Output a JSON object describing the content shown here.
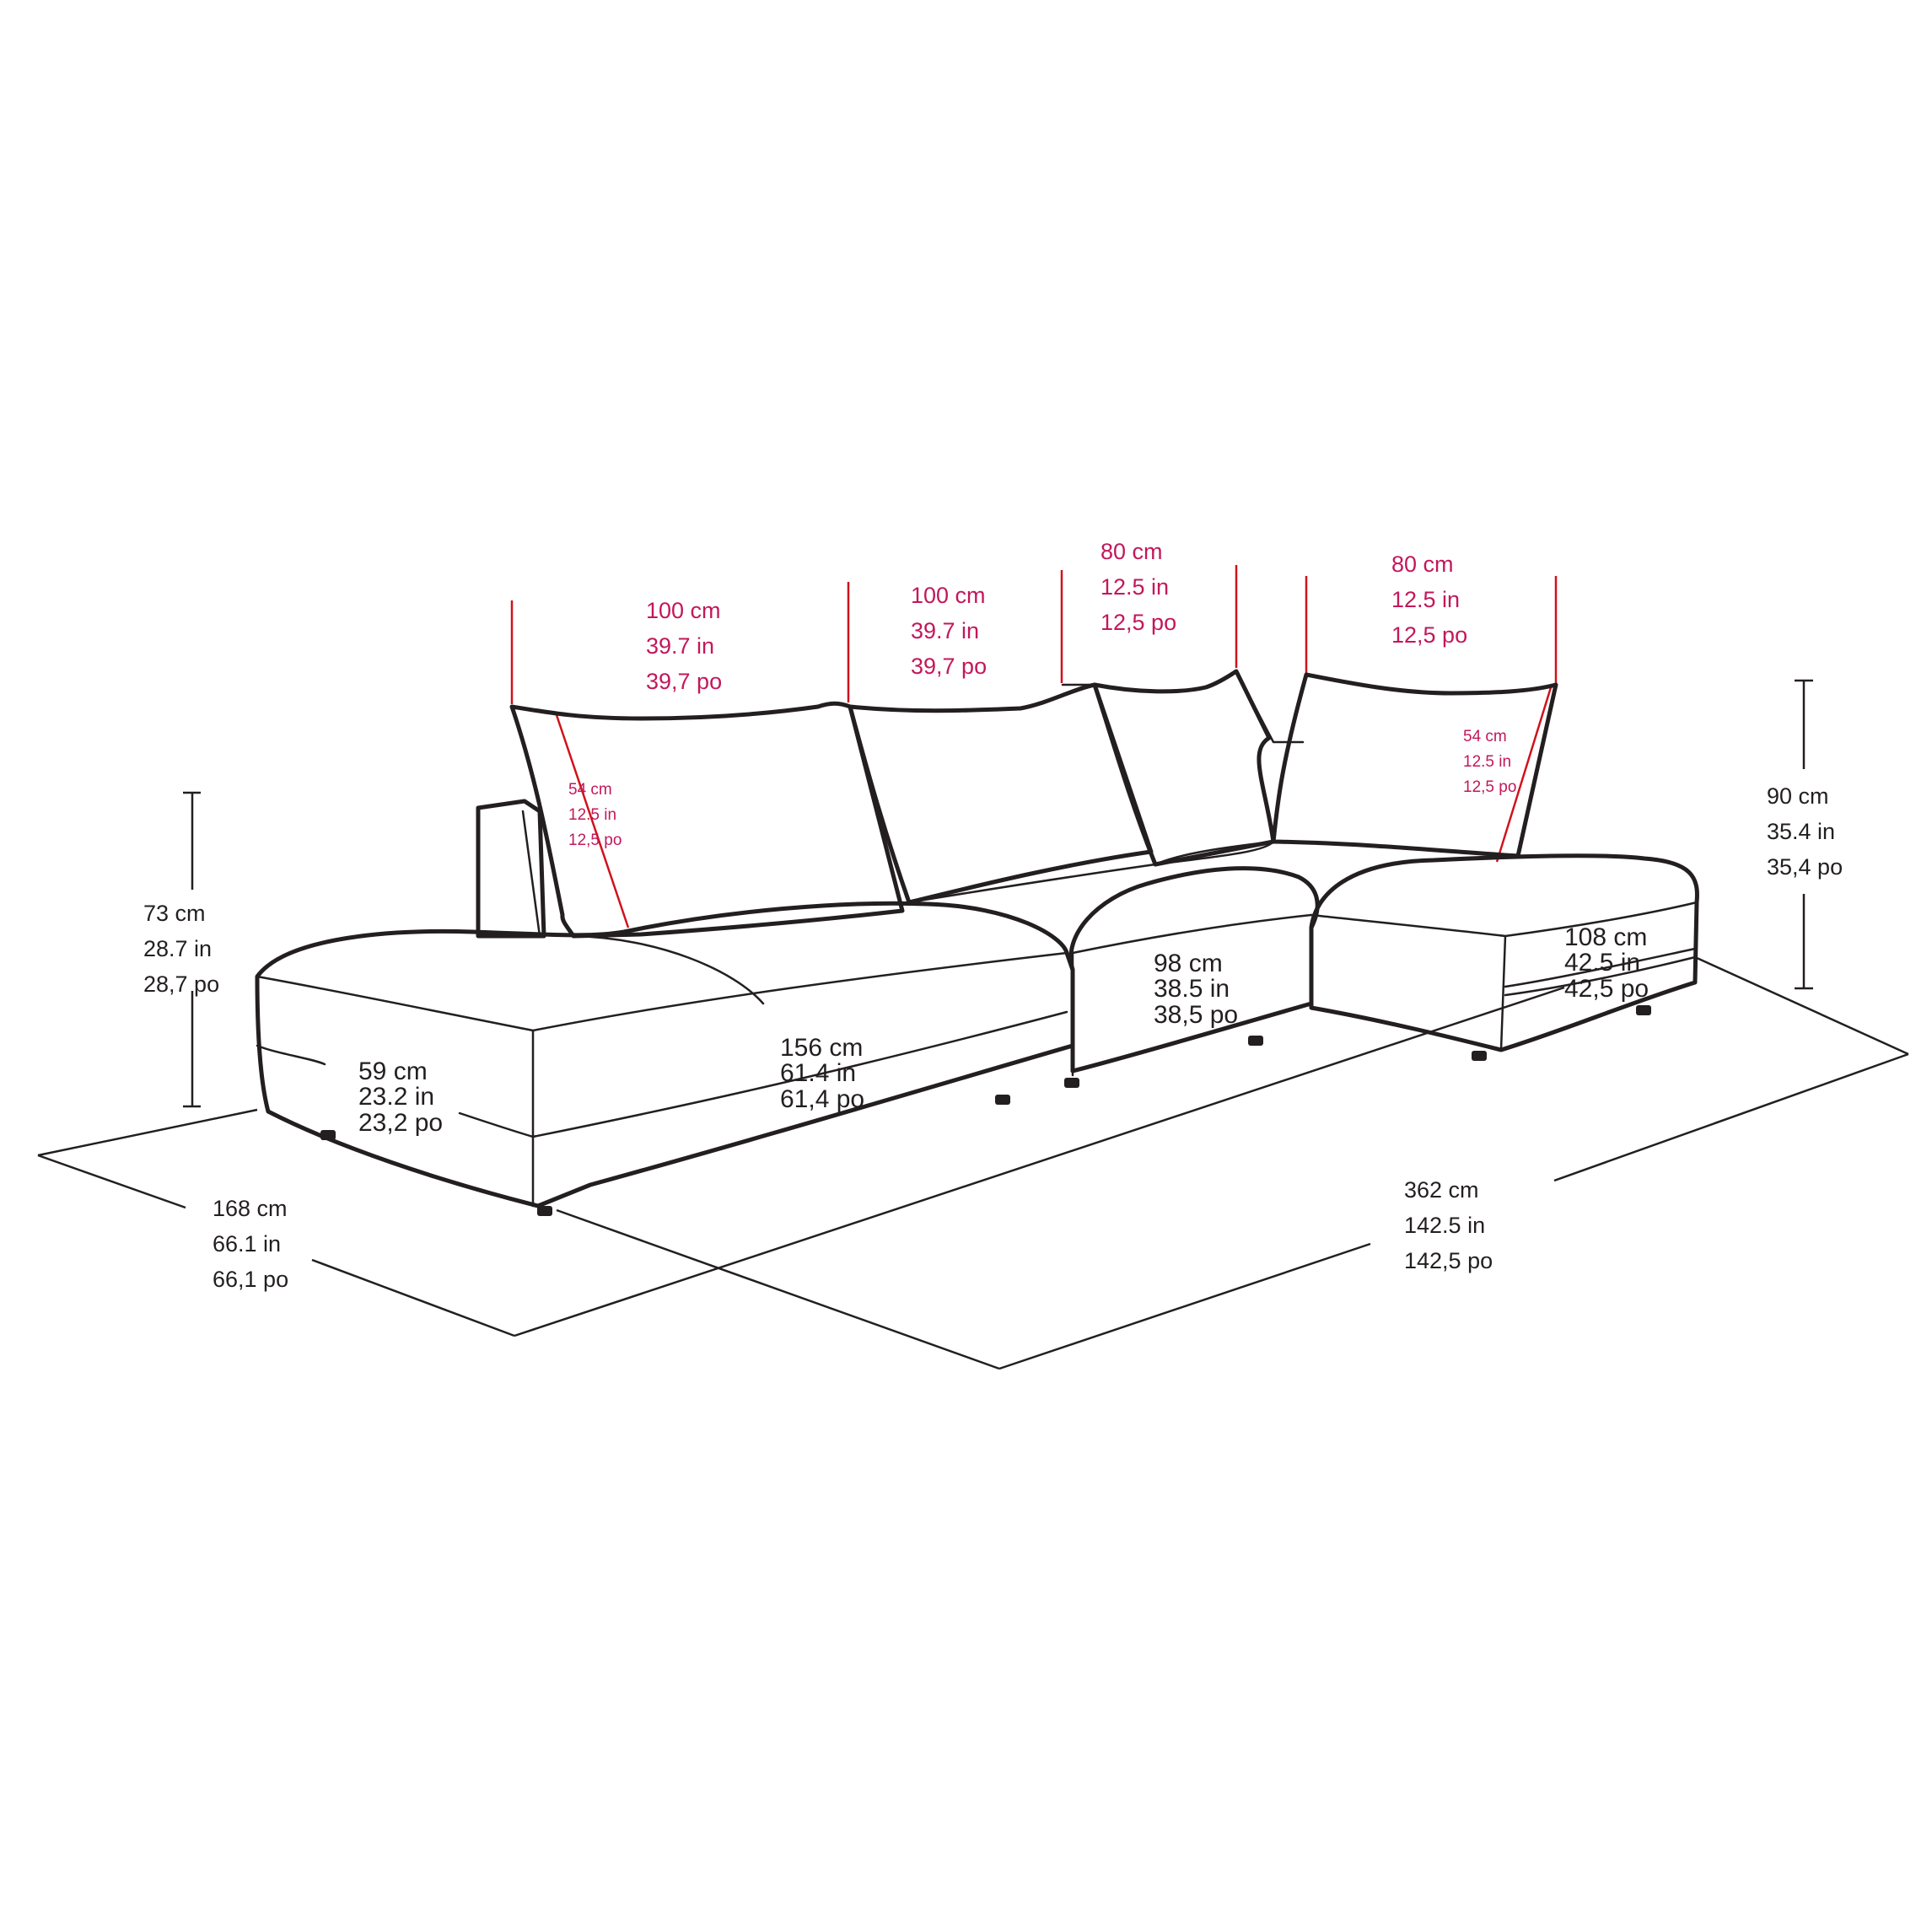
{
  "dimensions": {
    "cushion_1": {
      "cm": "100 cm",
      "in": "39.7 in",
      "po": "39,7 po"
    },
    "cushion_2": {
      "cm": "100 cm",
      "in": "39.7 in",
      "po": "39,7 po"
    },
    "cushion_3": {
      "cm": "80 cm",
      "in": "12.5 in",
      "po": "12,5 po"
    },
    "cushion_4": {
      "cm": "80 cm",
      "in": "12.5 in",
      "po": "12,5 po"
    },
    "cushion_height_left": {
      "cm": "54 cm",
      "in": "12.5 in",
      "po": "12,5 po"
    },
    "cushion_height_right": {
      "cm": "54 cm",
      "in": "12.5 in",
      "po": "12,5 po"
    },
    "seat_height": {
      "cm": "73 cm",
      "in": "28.7 in",
      "po": "28,7 po"
    },
    "total_height": {
      "cm": "90 cm",
      "in": "35.4 in",
      "po": "35,4 po"
    },
    "chaise_width": {
      "cm": "59 cm",
      "in": "23.2 in",
      "po": "23,2 po"
    },
    "left_section": {
      "cm": "156 cm",
      "in": "61.4 in",
      "po": "61,4 po"
    },
    "middle_section": {
      "cm": "98 cm",
      "in": "38.5 in",
      "po": "38,5 po"
    },
    "right_section": {
      "cm": "108 cm",
      "in": "42.5 in",
      "po": "42,5 po"
    },
    "depth": {
      "cm": "168 cm",
      "in": "66.1 in",
      "po": "66,1 po"
    },
    "total_length": {
      "cm": "362 cm",
      "in": "142.5 in",
      "po": "142,5 po"
    }
  },
  "colors": {
    "outline": "#231f20",
    "accent_text": "#c2185b",
    "accent_line": "#d0121b"
  }
}
